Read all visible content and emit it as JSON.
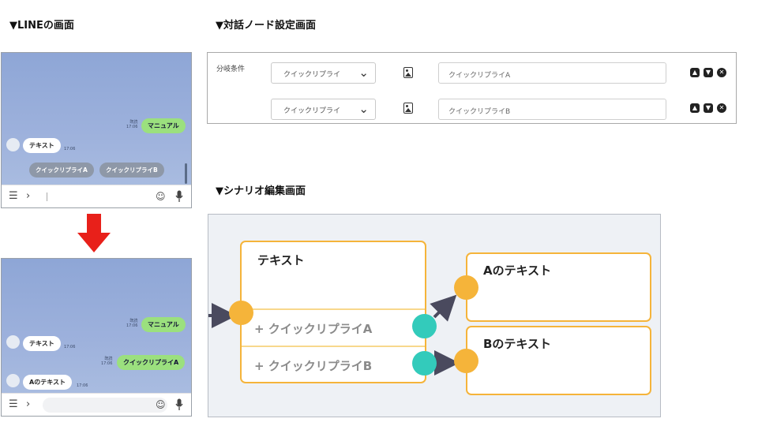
{
  "headings": {
    "line_screen": "▼LINEの画面",
    "node_settings": "▼対話ノード設定画面",
    "scenario_editor": "▼シナリオ編集画面"
  },
  "line_before": {
    "sent_meta_read": "既読",
    "sent_meta_time": "17:06",
    "sent_message": "マニュアル",
    "bot_message": "テキスト",
    "bot_time": "17:06",
    "quick_replies": [
      "クイックリプライA",
      "クイックリプライB"
    ]
  },
  "line_after": {
    "sent_meta_read": "既読",
    "sent_meta_time": "17:06",
    "sent_message": "マニュアル",
    "bot_message": "テキスト",
    "bot_time": "17:06",
    "sent2_meta_read": "既読",
    "sent2_meta_time": "17:06",
    "sent2_message": "クイックリプライA",
    "bot2_message": "Aのテキスト",
    "bot2_time": "17:06"
  },
  "input_bar": {
    "menu_icon": "menu-icon",
    "chevron_icon": "chevron-right-icon",
    "emoji_icon": "emoji-icon",
    "mic_icon": "microphone-icon"
  },
  "node_panel": {
    "condition_label": "分岐条件",
    "rows": [
      {
        "select_value": "クイックリプライ",
        "text_value": "クイックリプライA"
      },
      {
        "select_value": "クイックリプライ",
        "text_value": "クイックリプライB"
      }
    ],
    "controls": [
      "▲",
      "▼",
      "✕"
    ]
  },
  "scenario": {
    "main_card_title": "テキスト",
    "quick_reply_rows": [
      "+ クイックリプライA",
      "+ クイックリプライB"
    ],
    "card_a_title": "Aのテキスト",
    "card_b_title": "Bのテキスト"
  },
  "colors": {
    "line_green": "#9be07e",
    "card_border": "#f5b43a",
    "connector_teal": "#33cbbb",
    "arrow_red": "#e8201a",
    "arrow_dark": "#4a4a5e"
  }
}
